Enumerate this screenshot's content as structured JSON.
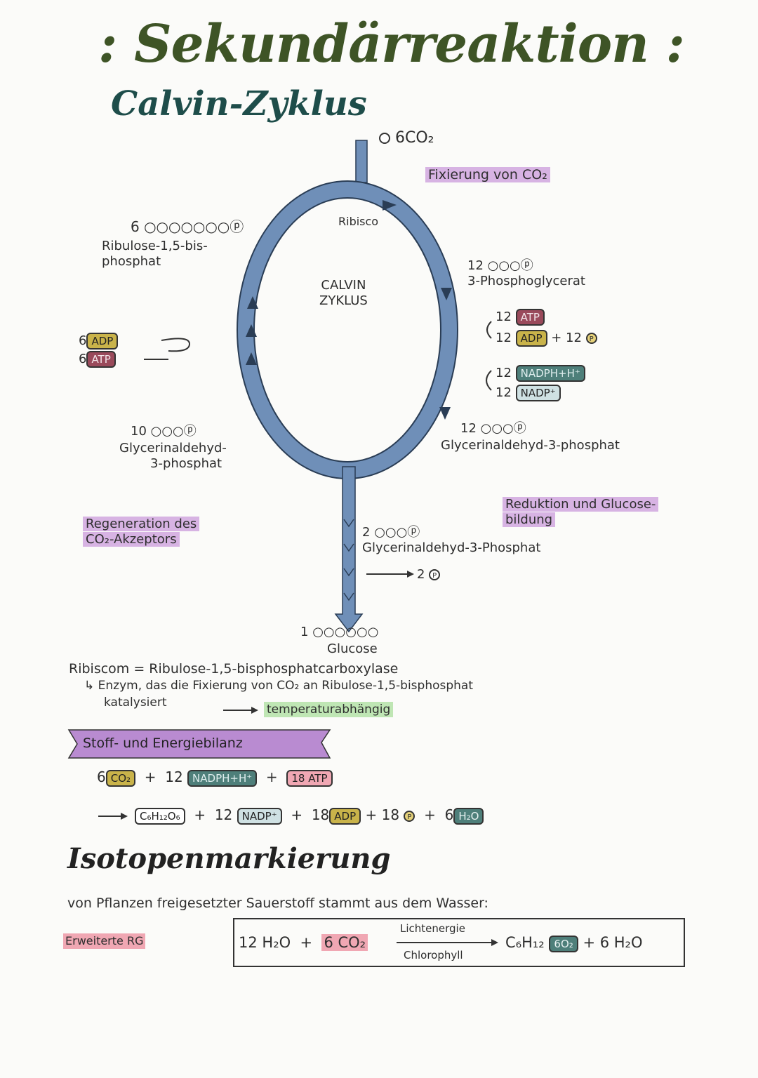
{
  "title": ": Sekundärreaktion :",
  "subtitle": "Calvin-Zyklus",
  "cycle": {
    "center_line1": "CALVIN",
    "center_line2": "ZYKLUS",
    "enzyme": "Ribisco",
    "input": "6CO₂",
    "fixation_label": "Fixierung von CO₂",
    "rubp_count": "6",
    "rubp_line1": "Ribulose-1,5-bis-",
    "rubp_line2": "phosphat",
    "pga_count": "12",
    "pga_name": "3-Phosphoglycerat",
    "atp_in_count": "12",
    "atp_in": "ATP",
    "adp_out_count": "12",
    "adp_out": "ADP",
    "plus_p": "+ 12",
    "nadph_count": "12",
    "nadph": "NADPH+H⁺",
    "nadp_count": "12",
    "nadp": "NADP⁺",
    "g3p12_count": "12",
    "g3p12_name": "Glycerinaldehyd-3-phosphat",
    "g3p10_count": "10",
    "g3p10_line1": "Glycerinaldehyd-",
    "g3p10_line2": "3-phosphat",
    "regen_adp_count": "6",
    "regen_adp": "ADP",
    "regen_atp_count": "6",
    "regen_atp": "ATP",
    "regeneration_line1": "Regeneration des",
    "regeneration_line2": "CO₂-Akzeptors",
    "reduction_line1": "Reduktion und Glucose-",
    "reduction_line2": "bildung",
    "g3p2_count": "2",
    "g3p2_name": "Glycerinaldehyd-3-Phosphat",
    "phosphate_out": "2",
    "glucose_count": "1",
    "glucose": "Glucose"
  },
  "rubisco": {
    "definition": "Ribiscom = Ribulose-1,5-bisphosphatcarboxylase",
    "note_line1": "↳ Enzym, das die Fixierung von CO₂ an Ribulose-1,5-bisphosphat",
    "note_line2": "katalysiert",
    "arrow_note": "temperaturabhängig"
  },
  "bilanz": {
    "heading": "Stoff- und Energiebilanz",
    "r_co2_count": "6",
    "r_co2": "CO₂",
    "r_nadph_count": "12",
    "r_nadph": "NADPH+H⁺",
    "r_atp": "18 ATP",
    "p_glucose": "C₆H₁₂O₆",
    "p_nadp_count": "12",
    "p_nadp": "NADP⁺",
    "p_adp_count": "18",
    "p_adp": "ADP",
    "p_p_count": "18",
    "p_h2o_count": "6",
    "p_h2o": "H₂O"
  },
  "isotopen": {
    "heading": "Isotopenmarkierung",
    "statement": "von Pflanzen freigesetzter Sauerstoff stammt aus dem Wasser:",
    "side_label": "Erweiterte RG",
    "eq_left1": "12 H₂O",
    "eq_left2": "6 CO₂",
    "eq_above": "Lichtenergie",
    "eq_below": "Chlorophyll",
    "eq_right1": "C₆H₁₂",
    "eq_right2": "6O₂",
    "eq_right3": "6 H₂O"
  },
  "colors": {
    "cycle_blue": "#6f8fb8",
    "title_green": "#3e5426",
    "subtitle_teal": "#1e4d4a",
    "highlight_purple": "#d7b3e3",
    "highlight_green": "#bfe6b4",
    "adp_yellow": "#c9b34a",
    "atp_maroon": "#9a4a5b",
    "nadph_teal": "#4e7f7a"
  }
}
